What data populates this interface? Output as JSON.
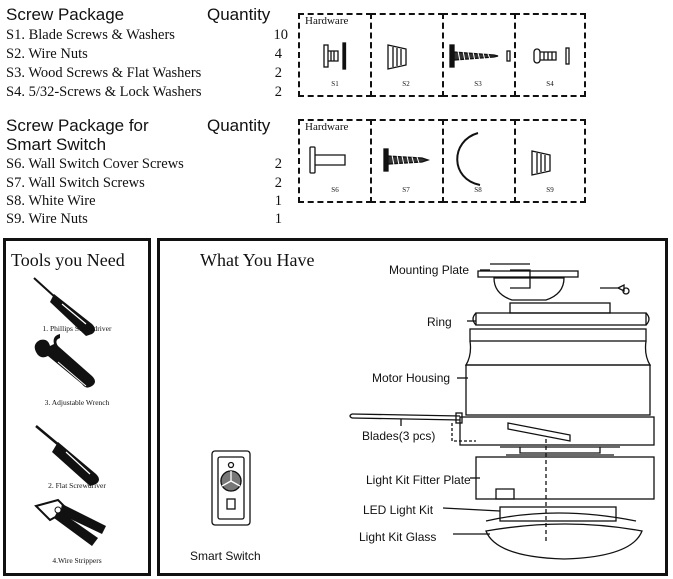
{
  "package1": {
    "title": "Screw Package",
    "qty_header": "Quantity",
    "items": [
      {
        "code": "S1.",
        "name": "Blade Screws & Washers",
        "qty": "10"
      },
      {
        "code": "S2.",
        "name": "Wire Nuts",
        "qty": "4"
      },
      {
        "code": "S3.",
        "name": "Wood Screws & Flat Washers",
        "qty": "2"
      },
      {
        "code": "S4.",
        "name": "5/32-Screws & Lock Washers",
        "qty": "2"
      }
    ],
    "box_label": "Hardware",
    "cells": [
      "S1",
      "S2",
      "S3",
      "S4"
    ]
  },
  "package2": {
    "title_line1": "Screw Package for",
    "title_line2": "Smart Switch",
    "qty_header": "Quantity",
    "items": [
      {
        "code": "S6.",
        "name": "Wall Switch Cover Screws",
        "qty": "2"
      },
      {
        "code": "S7.",
        "name": "Wall Switch Screws",
        "qty": "2"
      },
      {
        "code": "S8.",
        "name": "White Wire",
        "qty": "1"
      },
      {
        "code": "S9.",
        "name": "Wire  Nuts",
        "qty": "1"
      }
    ],
    "box_label": "Hardware",
    "cells": [
      "S6",
      "S7",
      "S8",
      "S9"
    ]
  },
  "tools": {
    "title": "Tools you Need",
    "items": [
      "1. Phillips  Screwdriver",
      "3. Adjustable Wrench",
      "2. Flat Screwdriver",
      "4.Wire Strippers"
    ]
  },
  "what_you_have": {
    "title": "What You Have",
    "labels": [
      "Mounting Plate",
      "Ring",
      "Motor Housing",
      "Blades(3 pcs)",
      "Light Kit Fitter Plate",
      "LED Light Kit",
      "Light Kit Glass"
    ],
    "smart_switch": "Smart Switch"
  }
}
